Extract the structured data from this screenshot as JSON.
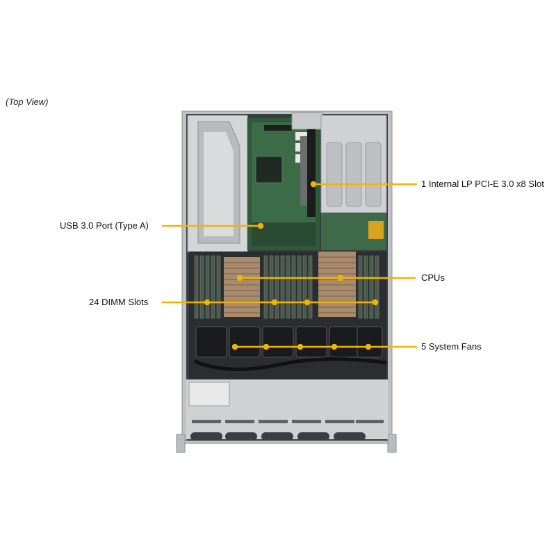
{
  "view_label": "(Top View)",
  "callouts": {
    "pcie_slot": "1 Internal LP PCI-E 3.0 x8 Slot",
    "usb_port": "USB 3.0 Port (Type A)",
    "cpus": "CPUs",
    "dimm_slots": "24 DIMM Slots",
    "system_fans": "5 System Fans"
  },
  "colors": {
    "callout_line": "#f2b400",
    "chassis": "#c9cbcc",
    "board": "#2f5b3a"
  }
}
